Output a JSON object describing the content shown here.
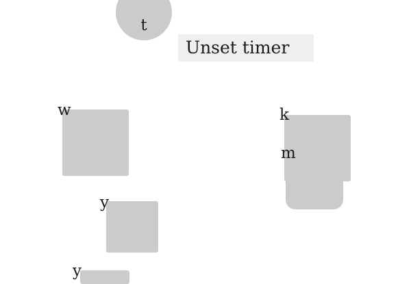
{
  "timer_node": {
    "label": "t"
  },
  "unset_timer_button": {
    "label": "Unset timer"
  },
  "boxes": {
    "w": {
      "label": "w"
    },
    "y1": {
      "label": "y"
    },
    "y2": {
      "label": "y"
    },
    "k": {
      "label": "k"
    },
    "m": {
      "label": "m"
    }
  },
  "colors": {
    "shape_fill": "#cbcbcb",
    "button_bg": "#efefef",
    "text": "#1a1a1a",
    "background": "#ffffff"
  }
}
